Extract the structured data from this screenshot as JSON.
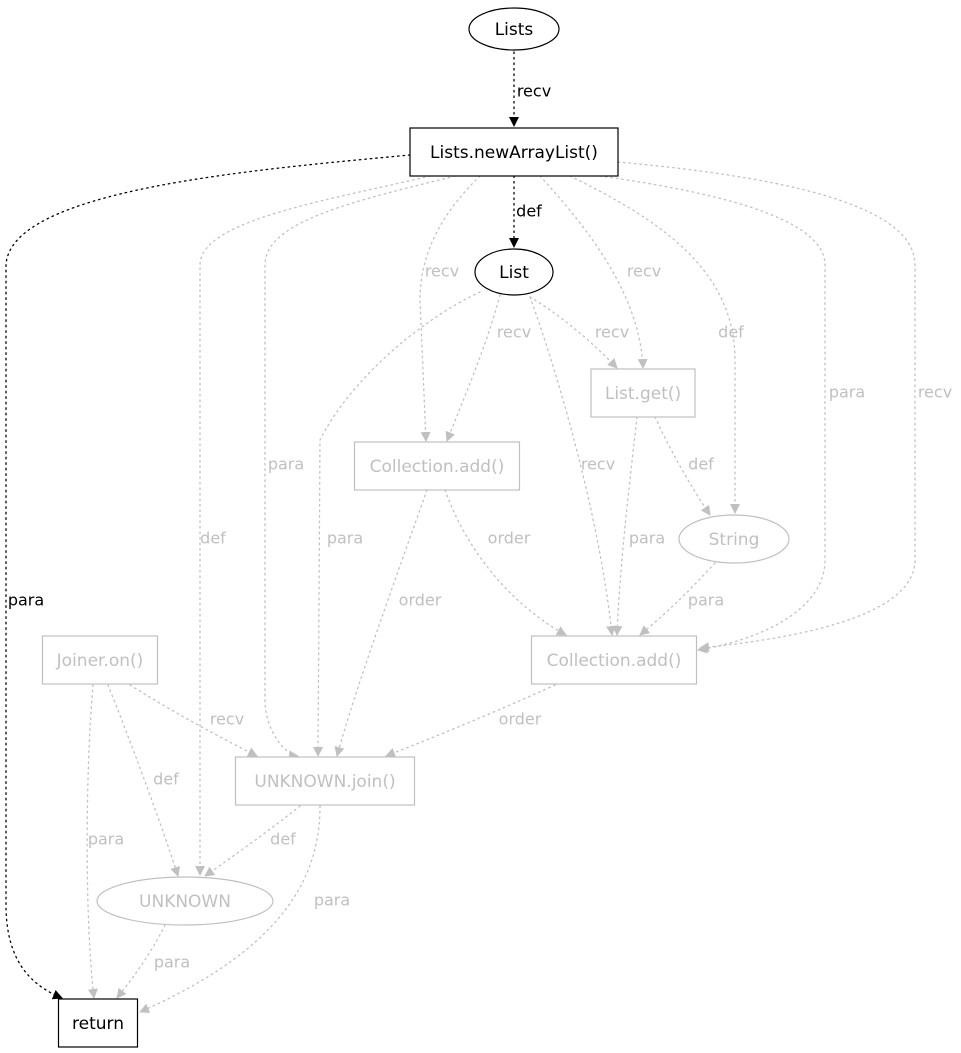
{
  "colors": {
    "active": "#000000",
    "inactive": "#c0c0c0",
    "background": "#ffffff"
  },
  "nodes": [
    {
      "id": "lists",
      "label": "Lists",
      "shape": "ellipse",
      "active": true
    },
    {
      "id": "newArrayList",
      "label": "Lists.newArrayList()",
      "shape": "box",
      "active": true
    },
    {
      "id": "list",
      "label": "List",
      "shape": "ellipse",
      "active": true
    },
    {
      "id": "listGet",
      "label": "List.get()",
      "shape": "box",
      "active": false
    },
    {
      "id": "collAdd1",
      "label": "Collection.add()",
      "shape": "box",
      "active": false
    },
    {
      "id": "string",
      "label": "String",
      "shape": "ellipse",
      "active": false
    },
    {
      "id": "collAdd2",
      "label": "Collection.add()",
      "shape": "box",
      "active": false
    },
    {
      "id": "joinerOn",
      "label": "Joiner.on()",
      "shape": "box",
      "active": false
    },
    {
      "id": "unknownJoin",
      "label": "UNKNOWN.join()",
      "shape": "box",
      "active": false
    },
    {
      "id": "unknown",
      "label": "UNKNOWN",
      "shape": "ellipse",
      "active": false
    },
    {
      "id": "ret",
      "label": "return",
      "shape": "box",
      "active": true
    }
  ],
  "edges": [
    {
      "from": "lists",
      "to": "newArrayList",
      "label": "recv",
      "active": true
    },
    {
      "from": "newArrayList",
      "to": "list",
      "label": "def",
      "active": true
    },
    {
      "from": "newArrayList",
      "to": "ret",
      "label": "para",
      "active": true
    },
    {
      "from": "newArrayList",
      "to": "unknown",
      "label": "def",
      "active": false
    },
    {
      "from": "newArrayList",
      "to": "unknownJoin",
      "label": "para",
      "active": false
    },
    {
      "from": "newArrayList",
      "to": "collAdd1",
      "label": "recv",
      "active": false
    },
    {
      "from": "newArrayList",
      "to": "listGet",
      "label": "recv",
      "active": false
    },
    {
      "from": "newArrayList",
      "to": "string",
      "label": "def",
      "active": false
    },
    {
      "from": "newArrayList",
      "to": "collAdd2",
      "label": "para",
      "active": false
    },
    {
      "from": "newArrayList",
      "to": "collAdd2",
      "label": "recv",
      "active": false
    },
    {
      "from": "list",
      "to": "collAdd1",
      "label": "recv",
      "active": false
    },
    {
      "from": "list",
      "to": "listGet",
      "label": "recv",
      "active": false
    },
    {
      "from": "list",
      "to": "unknownJoin",
      "label": "para",
      "active": false
    },
    {
      "from": "list",
      "to": "collAdd2",
      "label": "recv",
      "active": false
    },
    {
      "from": "listGet",
      "to": "string",
      "label": "def",
      "active": false
    },
    {
      "from": "listGet",
      "to": "collAdd2",
      "label": "para",
      "active": false
    },
    {
      "from": "collAdd1",
      "to": "collAdd2",
      "label": "order",
      "active": false
    },
    {
      "from": "collAdd1",
      "to": "unknownJoin",
      "label": "order",
      "active": false
    },
    {
      "from": "string",
      "to": "collAdd2",
      "label": "para",
      "active": false
    },
    {
      "from": "collAdd2",
      "to": "unknownJoin",
      "label": "order",
      "active": false
    },
    {
      "from": "joinerOn",
      "to": "unknownJoin",
      "label": "recv",
      "active": false
    },
    {
      "from": "joinerOn",
      "to": "unknown",
      "label": "def",
      "active": false
    },
    {
      "from": "joinerOn",
      "to": "ret",
      "label": "para",
      "active": false
    },
    {
      "from": "unknownJoin",
      "to": "unknown",
      "label": "def",
      "active": false
    },
    {
      "from": "unknownJoin",
      "to": "ret",
      "label": "para",
      "active": false
    },
    {
      "from": "unknown",
      "to": "ret",
      "label": "para",
      "active": false
    }
  ]
}
